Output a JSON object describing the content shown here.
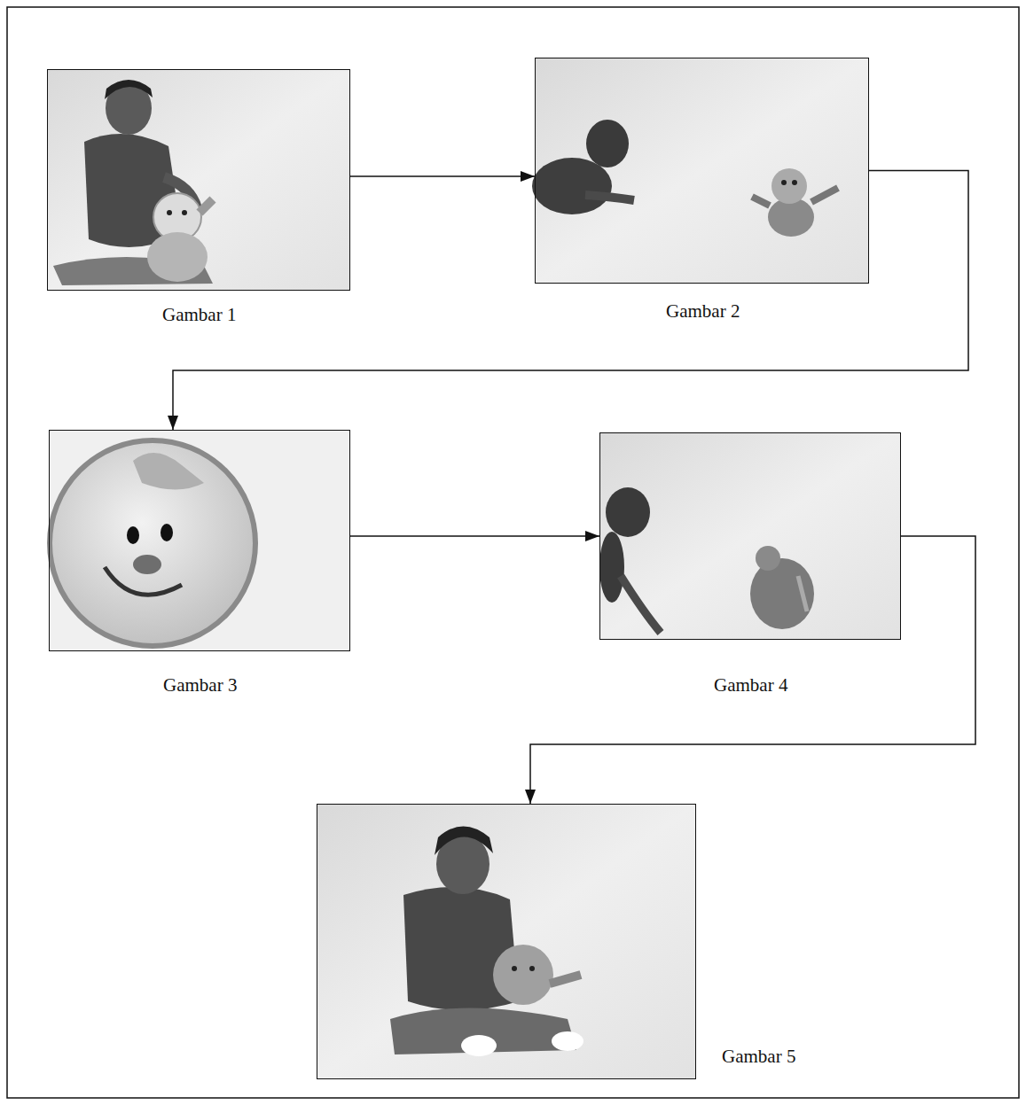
{
  "diagram": {
    "nodes": [
      {
        "text": [
          "Gambar 1"
        ]
      },
      {
        "text": [
          "Gambar 2"
        ]
      },
      {
        "text": [
          "Gambar 3"
        ]
      },
      {
        "text": [
          "Gambar 4"
        ]
      },
      {
        "text": [
          "Gambar 5"
        ]
      }
    ],
    "edges": [
      {
        "from": 0,
        "to": 1,
        "arrow": "to"
      },
      {
        "from": 1,
        "to": 2,
        "arrow": "to"
      },
      {
        "from": 2,
        "to": 3,
        "arrow": "to"
      },
      {
        "from": 3,
        "to": 4,
        "arrow": "to"
      }
    ]
  }
}
